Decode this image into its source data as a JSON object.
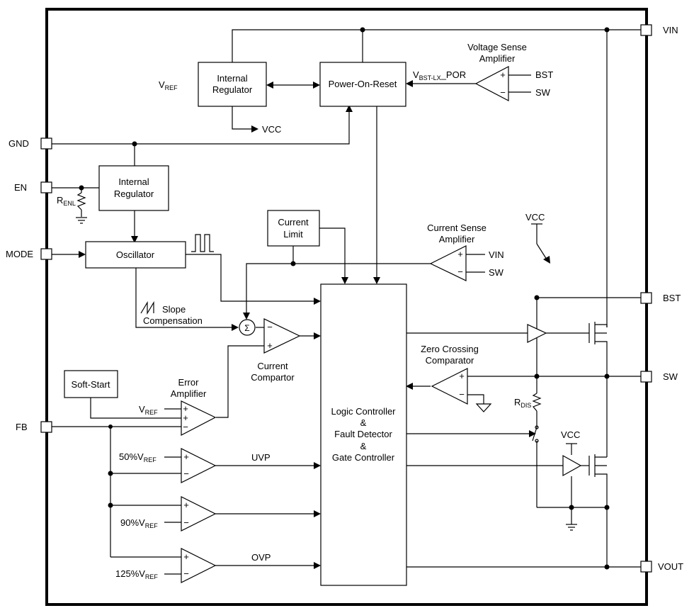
{
  "pins": {
    "vin": "VIN",
    "bst": "BST",
    "sw": "SW",
    "vout": "VOUT",
    "gnd": "GND",
    "en": "EN",
    "mode": "MODE",
    "fb": "FB"
  },
  "blocks": {
    "internal_regulator_top": [
      "Internal",
      "Regulator"
    ],
    "power_on_reset": "Power-On-Reset",
    "internal_regulator_en": [
      "Internal",
      "Regulator"
    ],
    "oscillator": "Oscillator",
    "current_limit": [
      "Current",
      "Limit"
    ],
    "soft_start": "Soft-Start",
    "logic_controller": [
      "Logic Controller",
      "&",
      "Fault Detector",
      "&",
      "Gate Controller"
    ]
  },
  "labels": {
    "voltage_sense_amp": [
      "Voltage Sense",
      "Amplifier"
    ],
    "current_sense_amp": [
      "Current Sense",
      "Amplifier"
    ],
    "zero_crossing": [
      "Zero Crossing",
      "Comparator"
    ],
    "current_comparator": [
      "Current",
      "Compartor"
    ],
    "error_amp": [
      "Error",
      "Amplifier"
    ],
    "slope_comp": [
      "Slope",
      "Compensation"
    ],
    "uvp": "UVP",
    "ovp": "OVP",
    "vcc": "VCC",
    "vin": "VIN",
    "sw": "SW",
    "bst": "BST",
    "v": "V",
    "sub_ref": "REF",
    "sub_enl": "ENL",
    "sub_dis": "DIS",
    "sub_bstlx": "BST-LX",
    "por_tail": "_POR",
    "r": "R",
    "pct_50": "50%V",
    "pct_90": "90%V",
    "pct_125": "125%V",
    "plus": "+",
    "minus": "−",
    "sigma": "Σ"
  }
}
